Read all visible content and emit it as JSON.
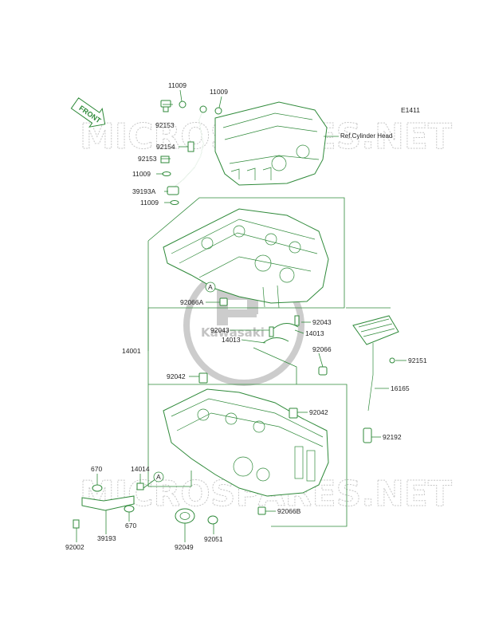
{
  "diagram_code": "E1411",
  "ref_cylinder_head": "Ref.Cylinder Head",
  "front_label": "FRONT",
  "watermark": "MICROSPARES.NET",
  "center_logo": {
    "brand": "Kawasaki",
    "letter": "P"
  },
  "callout_a": "A",
  "parts": {
    "p11009_a": "11009",
    "p11009_b": "11009",
    "p92153_a": "92153",
    "p92154": "92154",
    "p92153_b": "92153",
    "p11009_c": "11009",
    "p39193a": "39193A",
    "p11009_d": "11009",
    "p92066a": "92066A",
    "p92043_a": "92043",
    "p92043_b": "92043",
    "p14013_a": "14013",
    "p14013_b": "14013",
    "p14001": "14001",
    "p92066": "92066",
    "p92151": "92151",
    "p92042_a": "92042",
    "p16165": "16165",
    "p92042_b": "92042",
    "p92192": "92192",
    "p670_a": "670",
    "p14014": "14014",
    "p670_b": "670",
    "p39193": "39193",
    "p92002": "92002",
    "p92049": "92049",
    "p92051": "92051",
    "p92066b": "92066B"
  },
  "colors": {
    "line": "#2f8a3a",
    "text": "#1f1f1f",
    "watermark": "#9a9a9a",
    "background": "#ffffff"
  }
}
